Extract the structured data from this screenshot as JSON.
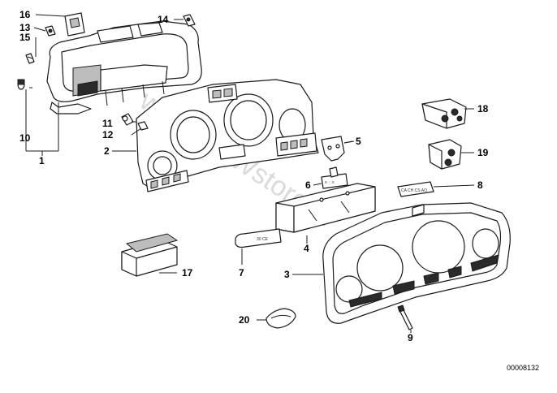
{
  "callouts": [
    {
      "id": "c1",
      "label": "1"
    },
    {
      "id": "c2",
      "label": "2"
    },
    {
      "id": "c3",
      "label": "3"
    },
    {
      "id": "c4",
      "label": "4"
    },
    {
      "id": "c5",
      "label": "5"
    },
    {
      "id": "c6",
      "label": "6"
    },
    {
      "id": "c7",
      "label": "7"
    },
    {
      "id": "c8",
      "label": "8"
    },
    {
      "id": "c9",
      "label": "9"
    },
    {
      "id": "c10",
      "label": "10"
    },
    {
      "id": "c11",
      "label": "11"
    },
    {
      "id": "c12",
      "label": "12"
    },
    {
      "id": "c13",
      "label": "13"
    },
    {
      "id": "c14",
      "label": "14"
    },
    {
      "id": "c15",
      "label": "15"
    },
    {
      "id": "c16",
      "label": "16"
    },
    {
      "id": "c17",
      "label": "17"
    },
    {
      "id": "c18",
      "label": "18"
    },
    {
      "id": "c19",
      "label": "19"
    },
    {
      "id": "c20",
      "label": "20"
    }
  ],
  "watermark": "www.BMWstore.pl",
  "diagram_code": "00008132",
  "part_labels": {
    "label_7": "30 CE",
    "label_8": "CA CH CS AO"
  }
}
